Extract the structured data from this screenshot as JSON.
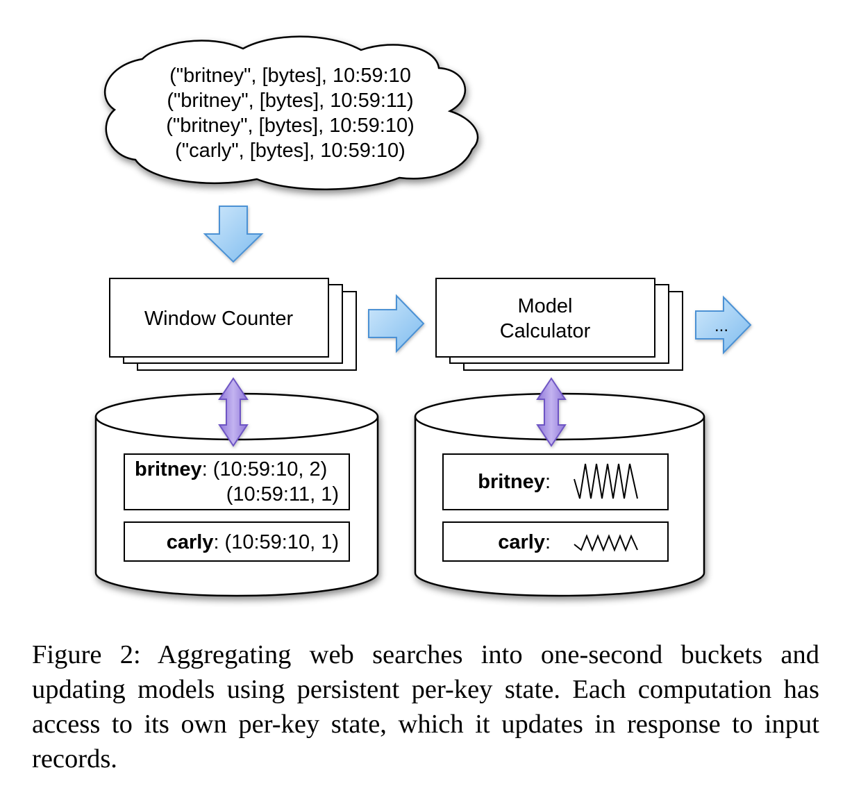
{
  "input_records": [
    "(\"britney\", [bytes], 10:59:10",
    "(\"britney\", [bytes], 10:59:11)",
    "(\"britney\", [bytes], 10:59:10)",
    "(\"carly\", [bytes], 10:59:10)"
  ],
  "window_counter": {
    "label": "Window Counter",
    "state": {
      "britney": {
        "key": "britney",
        "sep": ":",
        "line1": " (10:59:10, 2)",
        "line2": "(10:59:11, 1)"
      },
      "carly": {
        "key": "carly",
        "sep": ":",
        "value": " (10:59:10, 1)"
      }
    }
  },
  "model_calculator": {
    "label_line1": "Model",
    "label_line2": "Calculator",
    "state": {
      "britney": {
        "key": "britney",
        "sep": ":"
      },
      "carly": {
        "key": "carly",
        "sep": ":"
      }
    }
  },
  "continuation_label": "...",
  "caption": "Figure 2:  Aggregating web searches into one-second buckets and updating models using persistent per-key state. Each computation has access to its own per-key state, which it updates in response to input records.",
  "colors": {
    "flow_arrow_fill": "#a9d3f6",
    "flow_arrow_stroke": "#4b91d4",
    "state_arrow_fill": "#a58fe0",
    "state_arrow_stroke": "#6e55c4",
    "outline": "#000000"
  }
}
